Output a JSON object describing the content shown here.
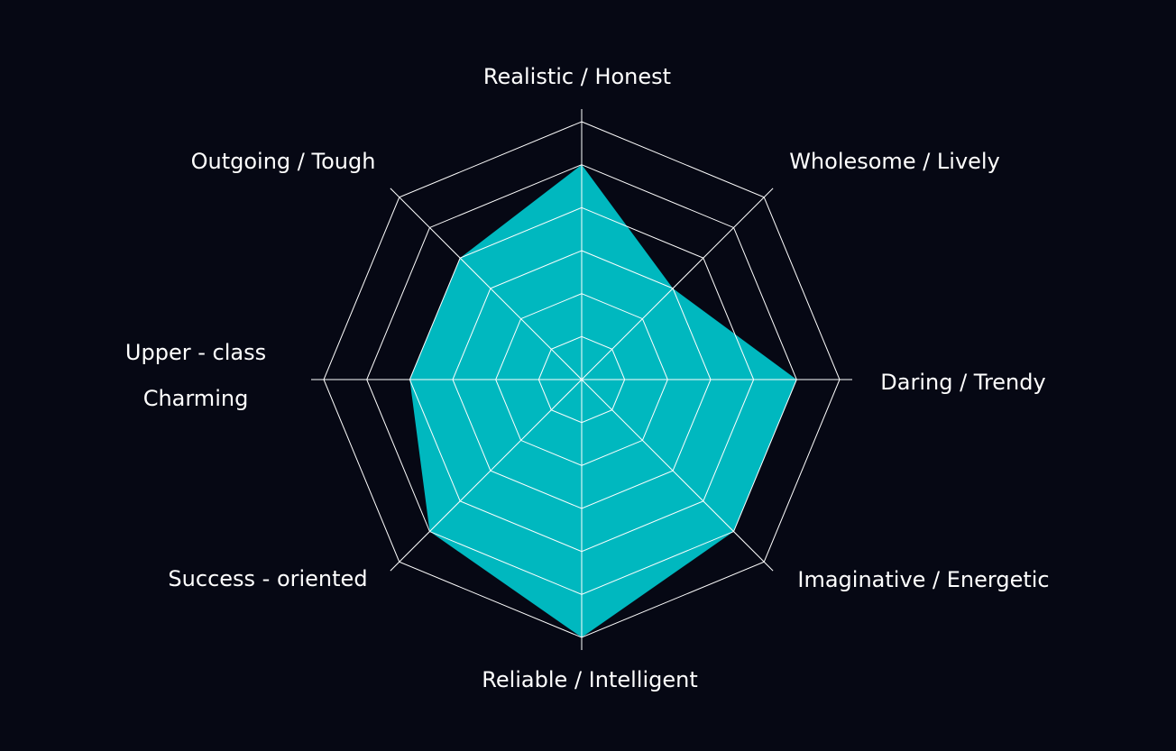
{
  "chart_data": {
    "type": "radar",
    "axes": [
      {
        "label_lines": [
          "Realistic / Honest"
        ]
      },
      {
        "label_lines": [
          "Wholesome / Lively"
        ]
      },
      {
        "label_lines": [
          "Daring / Trendy"
        ]
      },
      {
        "label_lines": [
          "Imaginative / Energetic"
        ]
      },
      {
        "label_lines": [
          "Reliable / Intelligent"
        ]
      },
      {
        "label_lines": [
          "Success - oriented"
        ]
      },
      {
        "label_lines": [
          "Upper - class",
          "Charming"
        ]
      },
      {
        "label_lines": [
          "Outgoing / Tough"
        ]
      }
    ],
    "series": [
      {
        "values": [
          5.0,
          3.0,
          5.0,
          5.0,
          6.0,
          5.0,
          4.0,
          4.0
        ]
      }
    ],
    "rlim": [
      0,
      6
    ],
    "ring_count": 6,
    "grid": true,
    "colors": {
      "background": "#060814",
      "fill": "#00b8bf",
      "grid": "#ffffff",
      "text": "#ffffff"
    }
  }
}
